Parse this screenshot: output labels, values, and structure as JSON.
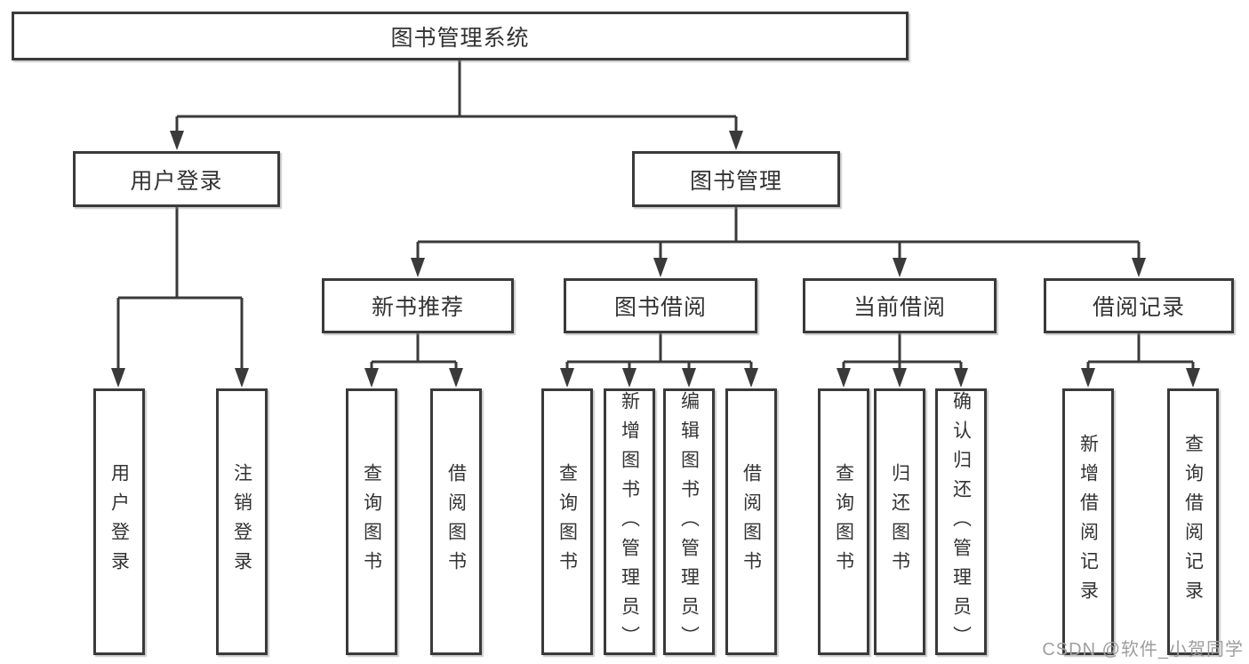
{
  "tree": {
    "root": "图书管理系统",
    "branches": [
      {
        "label": "用户登录",
        "leaves": [
          "用户登录",
          "注销登录"
        ]
      },
      {
        "label": "图书管理",
        "groups": [
          {
            "label": "新书推荐",
            "leaves": [
              "查询图书",
              "借阅图书"
            ]
          },
          {
            "label": "图书借阅",
            "leaves": [
              "查询图书",
              "新增图书（管理员）",
              "编辑图书（管理员）",
              "借阅图书"
            ]
          },
          {
            "label": "当前借阅",
            "leaves": [
              "查询图书",
              "归还图书",
              "确认归还（管理员）"
            ]
          },
          {
            "label": "借阅记录",
            "leaves": [
              "新增借阅记录",
              "查询借阅记录"
            ]
          }
        ]
      }
    ]
  },
  "watermark": "CSDN @软件_小贺同学",
  "colors": {
    "line": "#3a3a3a",
    "text": "#333333",
    "background": "#ffffff",
    "watermark": "#9e9e9e"
  }
}
